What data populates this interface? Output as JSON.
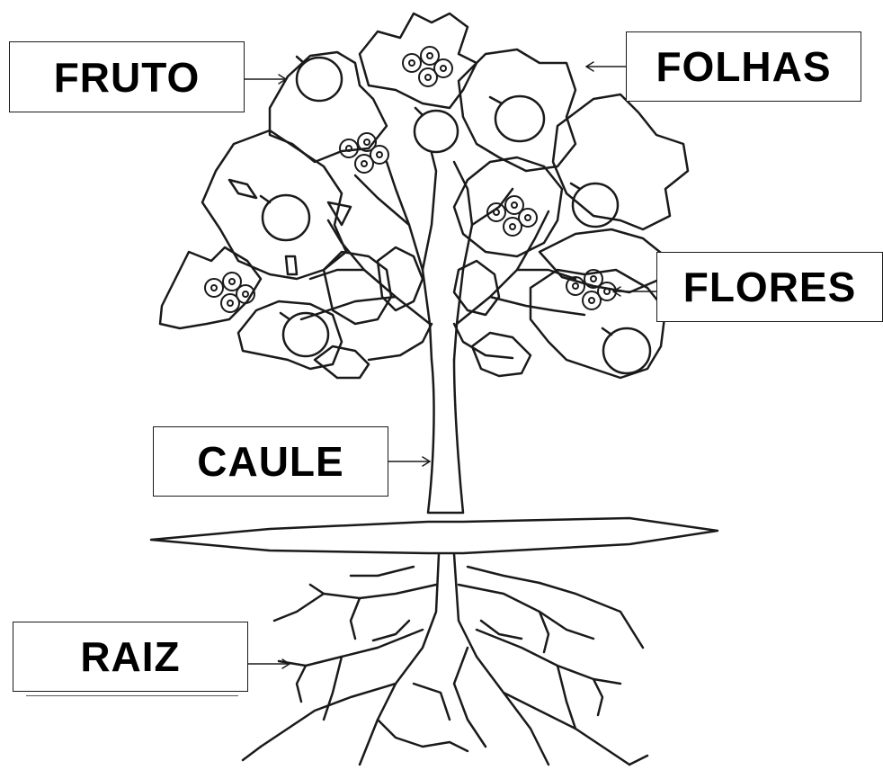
{
  "diagram": {
    "labels": {
      "fruto": "FRUTO",
      "folhas": "FOLHAS",
      "flores": "FLORES",
      "caule": "CAULE",
      "raiz": "RAIZ"
    },
    "colors": {
      "line": "#1a1a1a",
      "background": "#ffffff",
      "text": "#000000"
    }
  }
}
